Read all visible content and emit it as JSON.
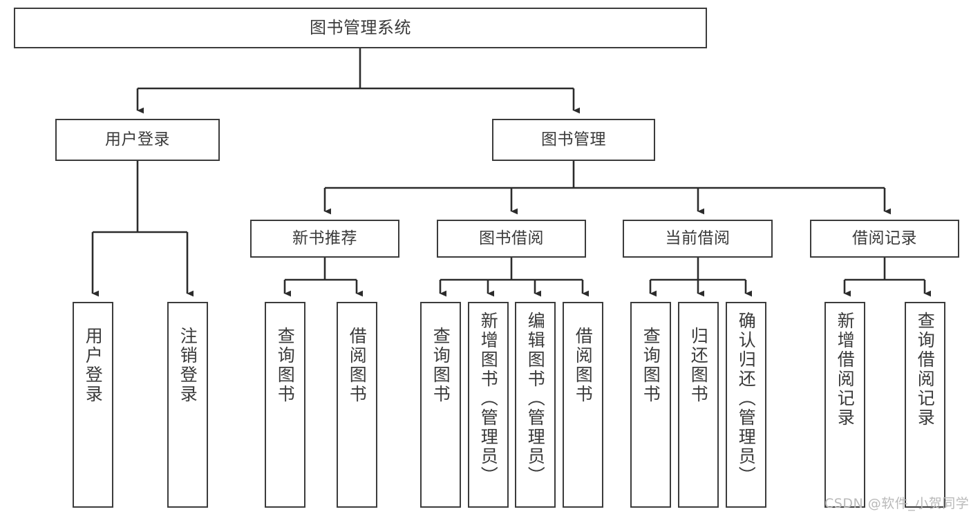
{
  "diagram": {
    "type": "tree-hierarchy",
    "title": "图书管理系统",
    "watermark": "CSDN @软件_小贺同学",
    "colors": {
      "box_border": "#3b3b3b",
      "box_fill": "#ffffff",
      "text": "#3a3a3a",
      "edge": "#2b2b2b",
      "watermark": "#b9b9b9",
      "background": "#ffffff"
    },
    "nodes": {
      "root": {
        "label": "图书管理系统"
      },
      "level1": [
        {
          "id": "user-login",
          "label": "用户登录"
        },
        {
          "id": "book-management",
          "label": "图书管理"
        }
      ],
      "level2": [
        {
          "id": "new-book-recommend",
          "label": "新书推荐",
          "parent": "book-management"
        },
        {
          "id": "book-borrow",
          "label": "图书借阅",
          "parent": "book-management"
        },
        {
          "id": "current-borrow",
          "label": "当前借阅",
          "parent": "book-management"
        },
        {
          "id": "borrow-record",
          "label": "借阅记录",
          "parent": "book-management"
        }
      ],
      "leaves": [
        {
          "id": "leaf-user-login",
          "label": "用户登录",
          "parent": "user-login"
        },
        {
          "id": "leaf-logout-login",
          "label": "注销登录",
          "parent": "user-login"
        },
        {
          "id": "leaf-query-book-1",
          "label": "查询图书",
          "parent": "new-book-recommend"
        },
        {
          "id": "leaf-borrow-book-1",
          "label": "借阅图书",
          "parent": "new-book-recommend"
        },
        {
          "id": "leaf-query-book-2",
          "label": "查询图书",
          "parent": "book-borrow"
        },
        {
          "id": "leaf-add-book",
          "label": "新增图书（管理员）",
          "parent": "book-borrow"
        },
        {
          "id": "leaf-edit-book",
          "label": "编辑图书（管理员）",
          "parent": "book-borrow"
        },
        {
          "id": "leaf-borrow-book-2",
          "label": "借阅图书",
          "parent": "book-borrow"
        },
        {
          "id": "leaf-query-book-3",
          "label": "查询图书",
          "parent": "current-borrow"
        },
        {
          "id": "leaf-return-book",
          "label": "归还图书",
          "parent": "current-borrow"
        },
        {
          "id": "leaf-confirm-return",
          "label": "确认归还（管理员）",
          "parent": "current-borrow"
        },
        {
          "id": "leaf-add-record",
          "label": "新增借阅记录",
          "parent": "borrow-record"
        },
        {
          "id": "leaf-query-record",
          "label": "查询借阅记录",
          "parent": "borrow-record"
        }
      ]
    }
  }
}
